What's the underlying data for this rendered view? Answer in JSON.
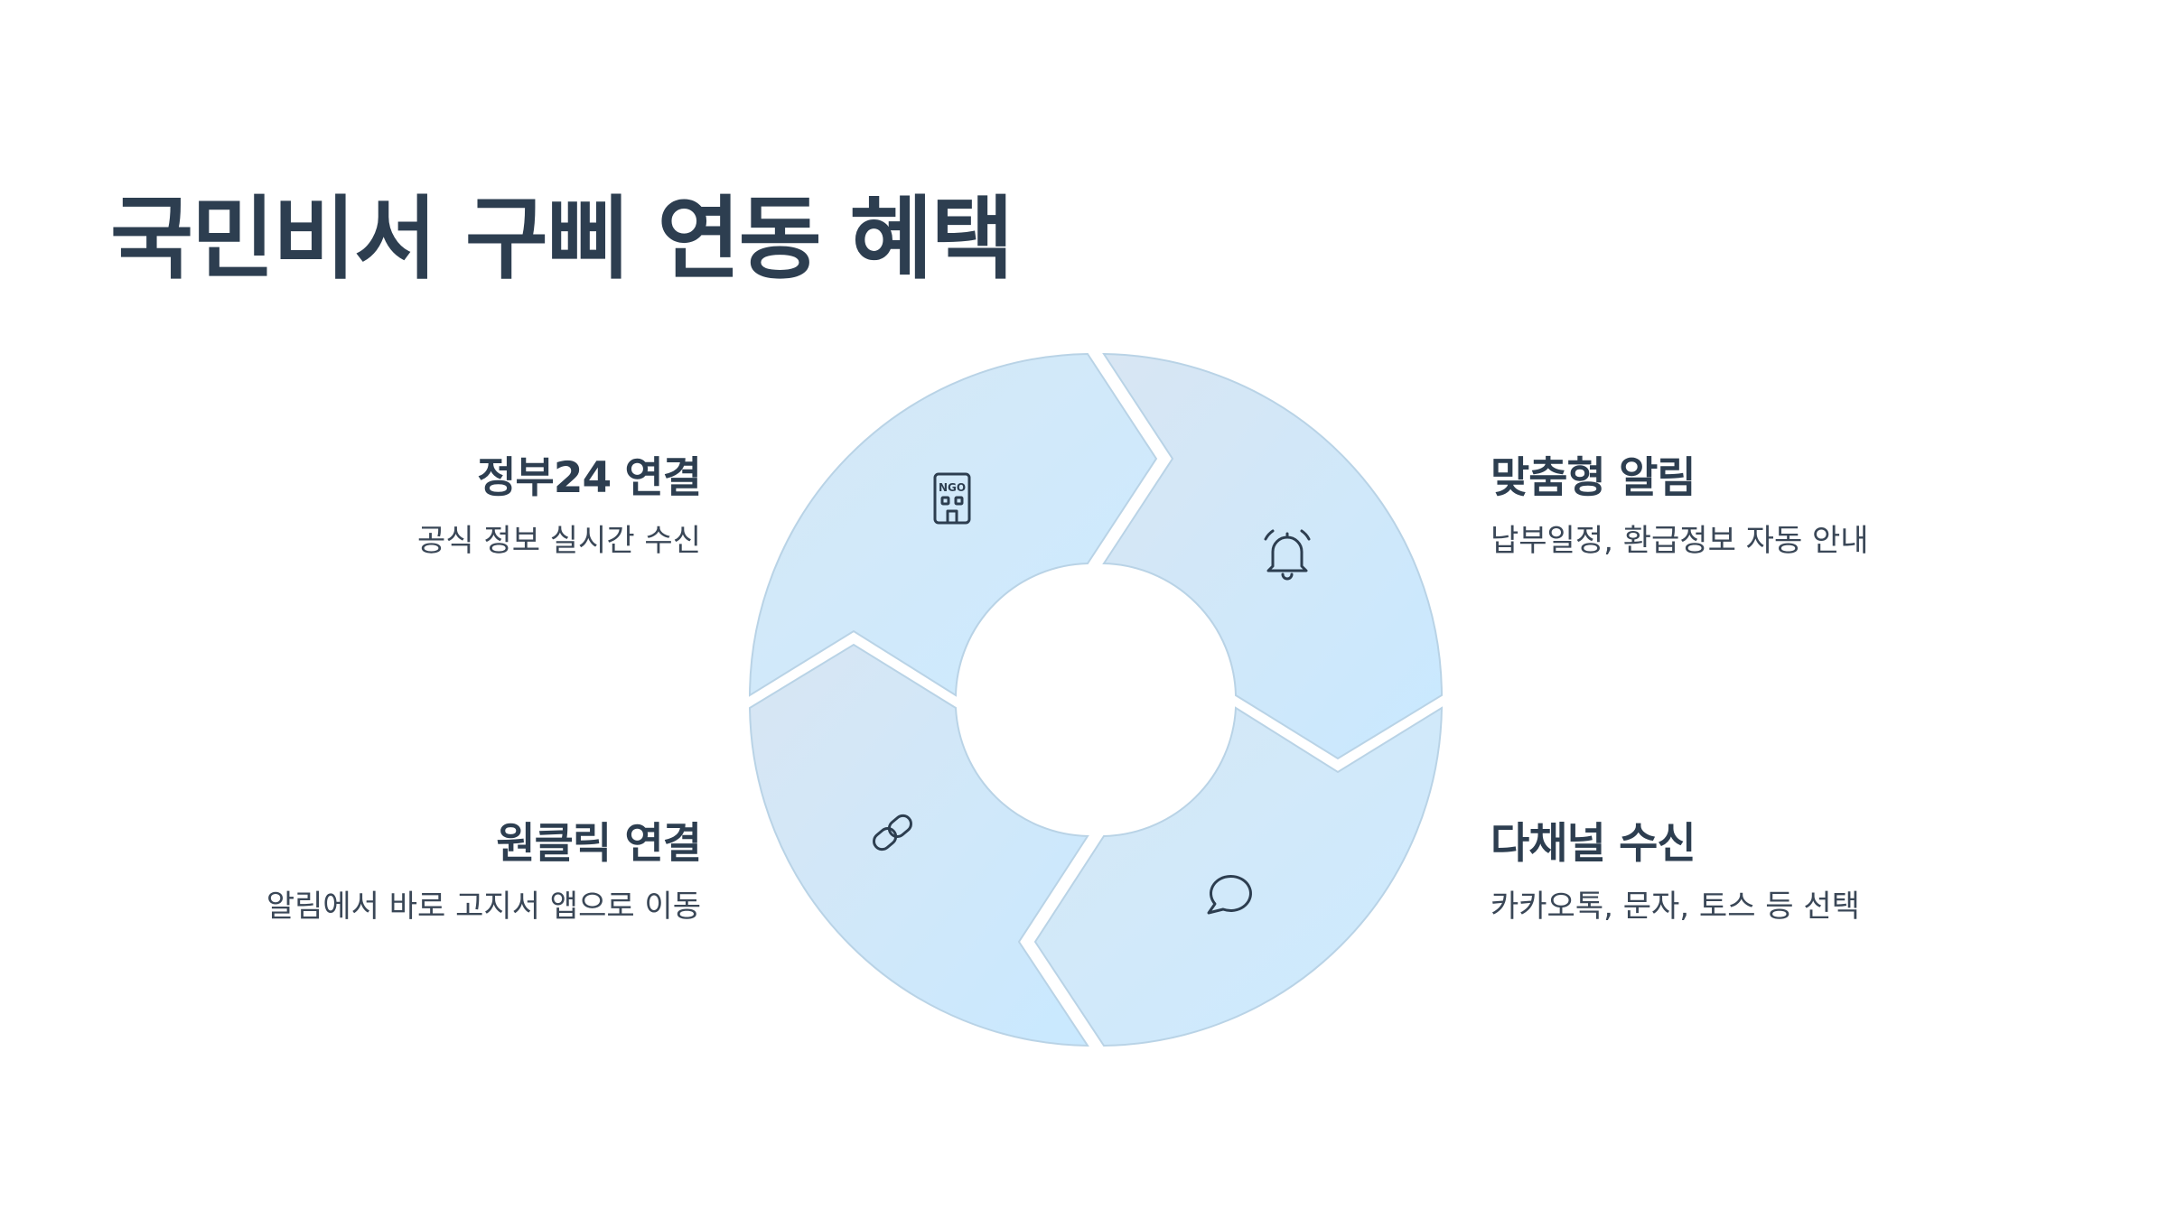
{
  "title": "국민비서 구삐 연동 혜택",
  "colors": {
    "text": "#2d3e50",
    "segment_a": "#d3e7f6",
    "segment_b": "#cdeaff",
    "stroke": "#b9d3e6"
  },
  "items": [
    {
      "head": "정부24 연결",
      "desc": "공식 정보 실시간 수신",
      "icon": "government-building-icon"
    },
    {
      "head": "맞춤형 알림",
      "desc": "납부일정, 환급정보 자동 안내",
      "icon": "bell-icon"
    },
    {
      "head": "다채널 수신",
      "desc": "카카오톡, 문자, 토스 등 선택",
      "icon": "chat-bubble-icon"
    },
    {
      "head": "원클릭 연결",
      "desc": "알림에서 바로 고지서 앱으로 이동",
      "icon": "link-icon"
    }
  ],
  "icon_text": {
    "building": "NGO"
  }
}
